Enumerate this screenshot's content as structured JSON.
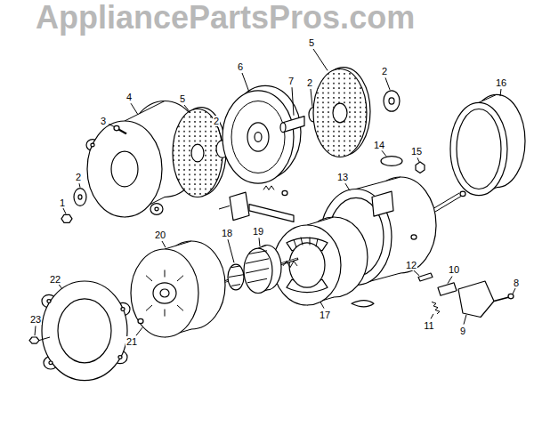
{
  "diagram": {
    "labels": [
      "AppliancePartsPros.com",
      "5",
      "6",
      "2",
      "2",
      "7",
      "16",
      "4",
      "5",
      "3",
      "2",
      "14",
      "15",
      "2",
      "13",
      "1",
      "19",
      "18",
      "20",
      "12",
      "10",
      "22",
      "8",
      "17",
      "11",
      "9",
      "23",
      "21"
    ]
  }
}
